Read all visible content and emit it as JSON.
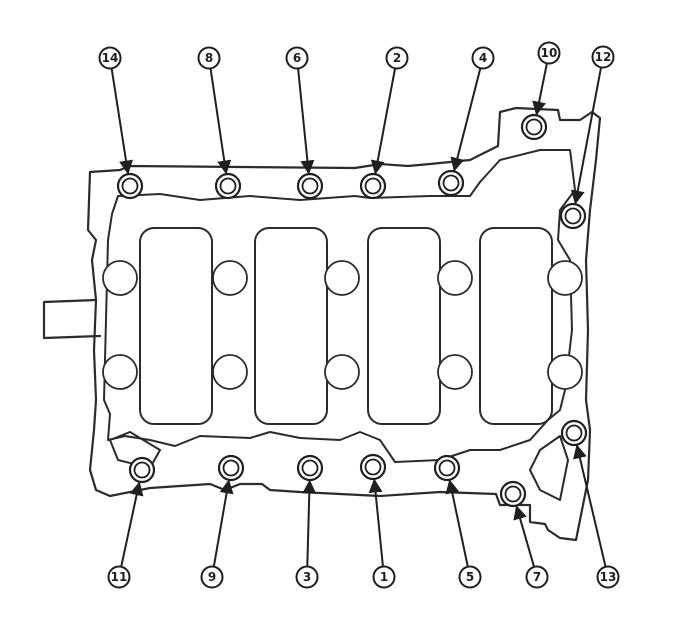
{
  "diagram": {
    "callouts": [
      {
        "label": "14",
        "bolt": [
          130,
          186
        ],
        "badge": [
          110,
          58
        ]
      },
      {
        "label": "8",
        "bolt": [
          228,
          186
        ],
        "badge": [
          209,
          58
        ]
      },
      {
        "label": "6",
        "bolt": [
          310,
          186
        ],
        "badge": [
          297,
          58
        ]
      },
      {
        "label": "2",
        "bolt": [
          373,
          186
        ],
        "badge": [
          397,
          58
        ]
      },
      {
        "label": "4",
        "bolt": [
          451,
          183
        ],
        "badge": [
          483,
          58
        ]
      },
      {
        "label": "10",
        "bolt": [
          534,
          127
        ],
        "badge": [
          549,
          53
        ]
      },
      {
        "label": "12",
        "bolt": [
          573,
          216
        ],
        "badge": [
          603,
          57
        ]
      },
      {
        "label": "11",
        "bolt": [
          142,
          470
        ],
        "badge": [
          119,
          577
        ]
      },
      {
        "label": "9",
        "bolt": [
          231,
          468
        ],
        "badge": [
          212,
          577
        ]
      },
      {
        "label": "3",
        "bolt": [
          310,
          468
        ],
        "badge": [
          307,
          577
        ]
      },
      {
        "label": "1",
        "bolt": [
          373,
          467
        ],
        "badge": [
          384,
          577
        ]
      },
      {
        "label": "5",
        "bolt": [
          447,
          468
        ],
        "badge": [
          470,
          577
        ]
      },
      {
        "label": "7",
        "bolt": [
          513,
          494
        ],
        "badge": [
          537,
          577
        ]
      },
      {
        "label": "13",
        "bolt": [
          574,
          433
        ],
        "badge": [
          608,
          577
        ]
      }
    ]
  }
}
